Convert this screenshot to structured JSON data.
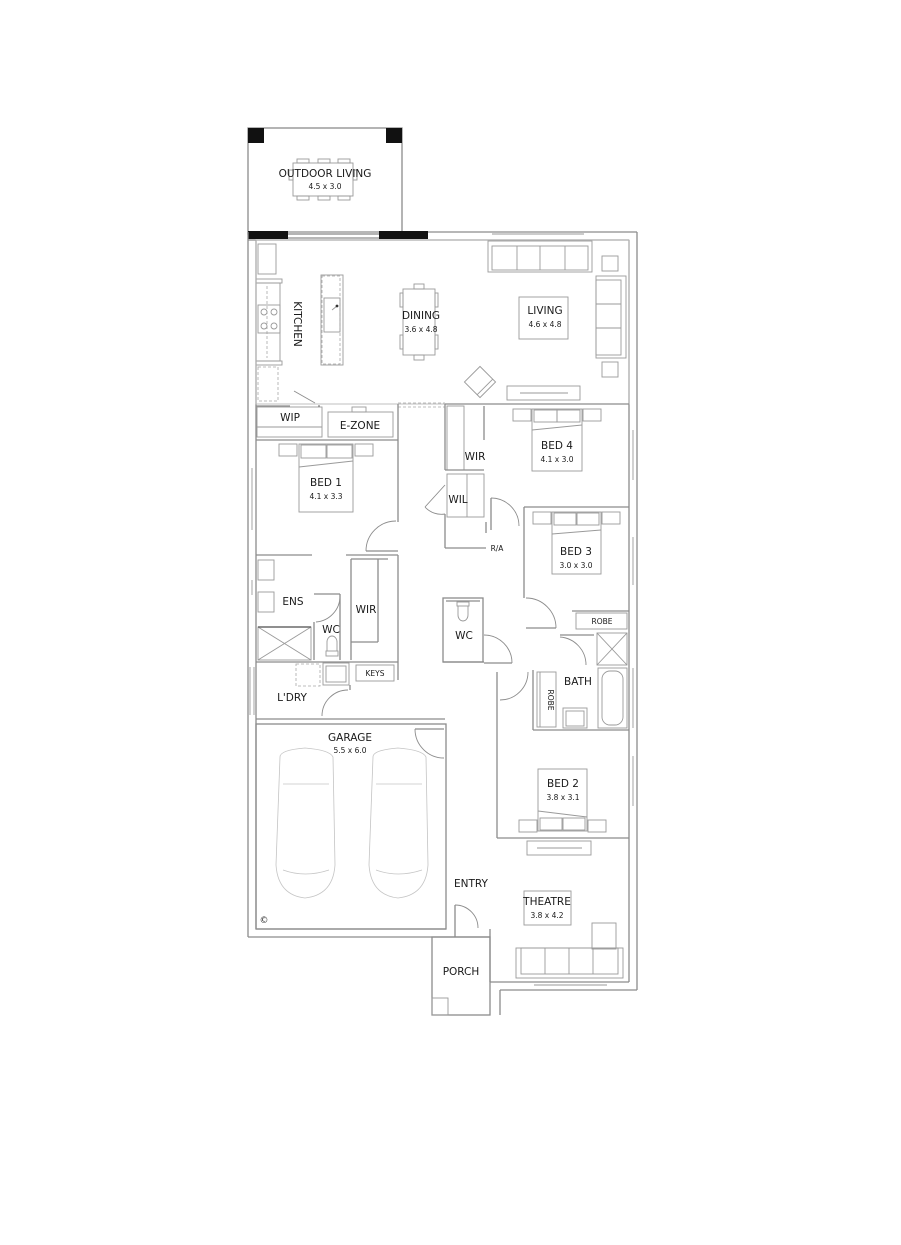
{
  "plan": {
    "rooms": {
      "outdoor_living": {
        "name": "OUTDOOR LIVING",
        "size": "4.5 x 3.0"
      },
      "kitchen": {
        "name": "KITCHEN"
      },
      "dining": {
        "name": "DINING",
        "size": "3.6 x 4.8"
      },
      "living": {
        "name": "LIVING",
        "size": "4.6 x 4.8"
      },
      "wip": {
        "name": "WIP"
      },
      "ezone": {
        "name": "E-ZONE"
      },
      "bed1": {
        "name": "BED 1",
        "size": "4.1 x 3.3"
      },
      "bed4": {
        "name": "BED 4",
        "size": "4.1 x 3.0"
      },
      "wir_bed4": {
        "name": "WIR"
      },
      "wil": {
        "name": "WIL"
      },
      "ra": {
        "name": "R/A"
      },
      "bed3": {
        "name": "BED 3",
        "size": "3.0 x 3.0"
      },
      "ens": {
        "name": "ENS"
      },
      "wc_ens": {
        "name": "WC"
      },
      "wir_bed1": {
        "name": "WIR"
      },
      "wc_main": {
        "name": "WC"
      },
      "robe_bed3": {
        "name": "ROBE"
      },
      "bath": {
        "name": "BATH"
      },
      "robe_bed2": {
        "name": "ROBE"
      },
      "keys": {
        "name": "KEYS"
      },
      "laundry": {
        "name": "L'DRY"
      },
      "garage": {
        "name": "GARAGE",
        "size": "5.5 x 6.0"
      },
      "bed2": {
        "name": "BED 2",
        "size": "3.8 x 3.1"
      },
      "entry": {
        "name": "ENTRY"
      },
      "theatre": {
        "name": "THEATRE",
        "size": "3.8 x 4.2"
      },
      "porch": {
        "name": "PORCH"
      }
    },
    "copyright_symbol": "©"
  }
}
